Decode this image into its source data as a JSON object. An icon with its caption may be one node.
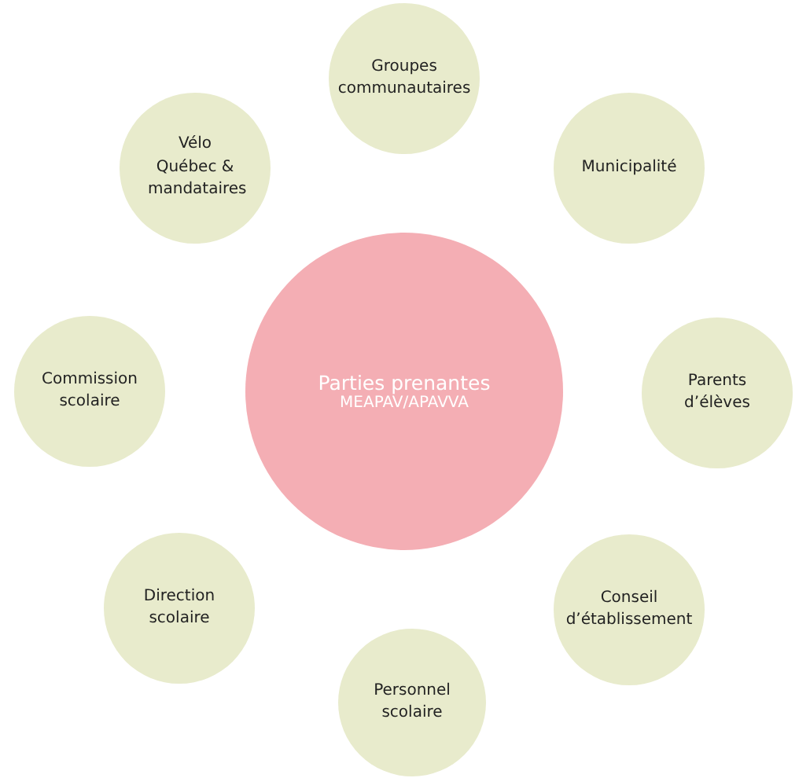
{
  "diagram": {
    "nodes": [
      {
        "text": [
          "Parties prenantes",
          "MEAPAV/APAVVA"
        ]
      },
      {
        "text": [
          "Groupes communautaires"
        ]
      },
      {
        "text": [
          "Municipalité"
        ]
      },
      {
        "text": [
          "Parents d’élèves"
        ]
      },
      {
        "text": [
          "Conseil d’établissement"
        ]
      },
      {
        "text": [
          "Personnel scolaire"
        ]
      },
      {
        "text": [
          "Direction scolaire"
        ]
      },
      {
        "text": [
          "Commission scolaire"
        ]
      },
      {
        "text": [
          "Vélo Québec & mandataires"
        ]
      }
    ]
  }
}
